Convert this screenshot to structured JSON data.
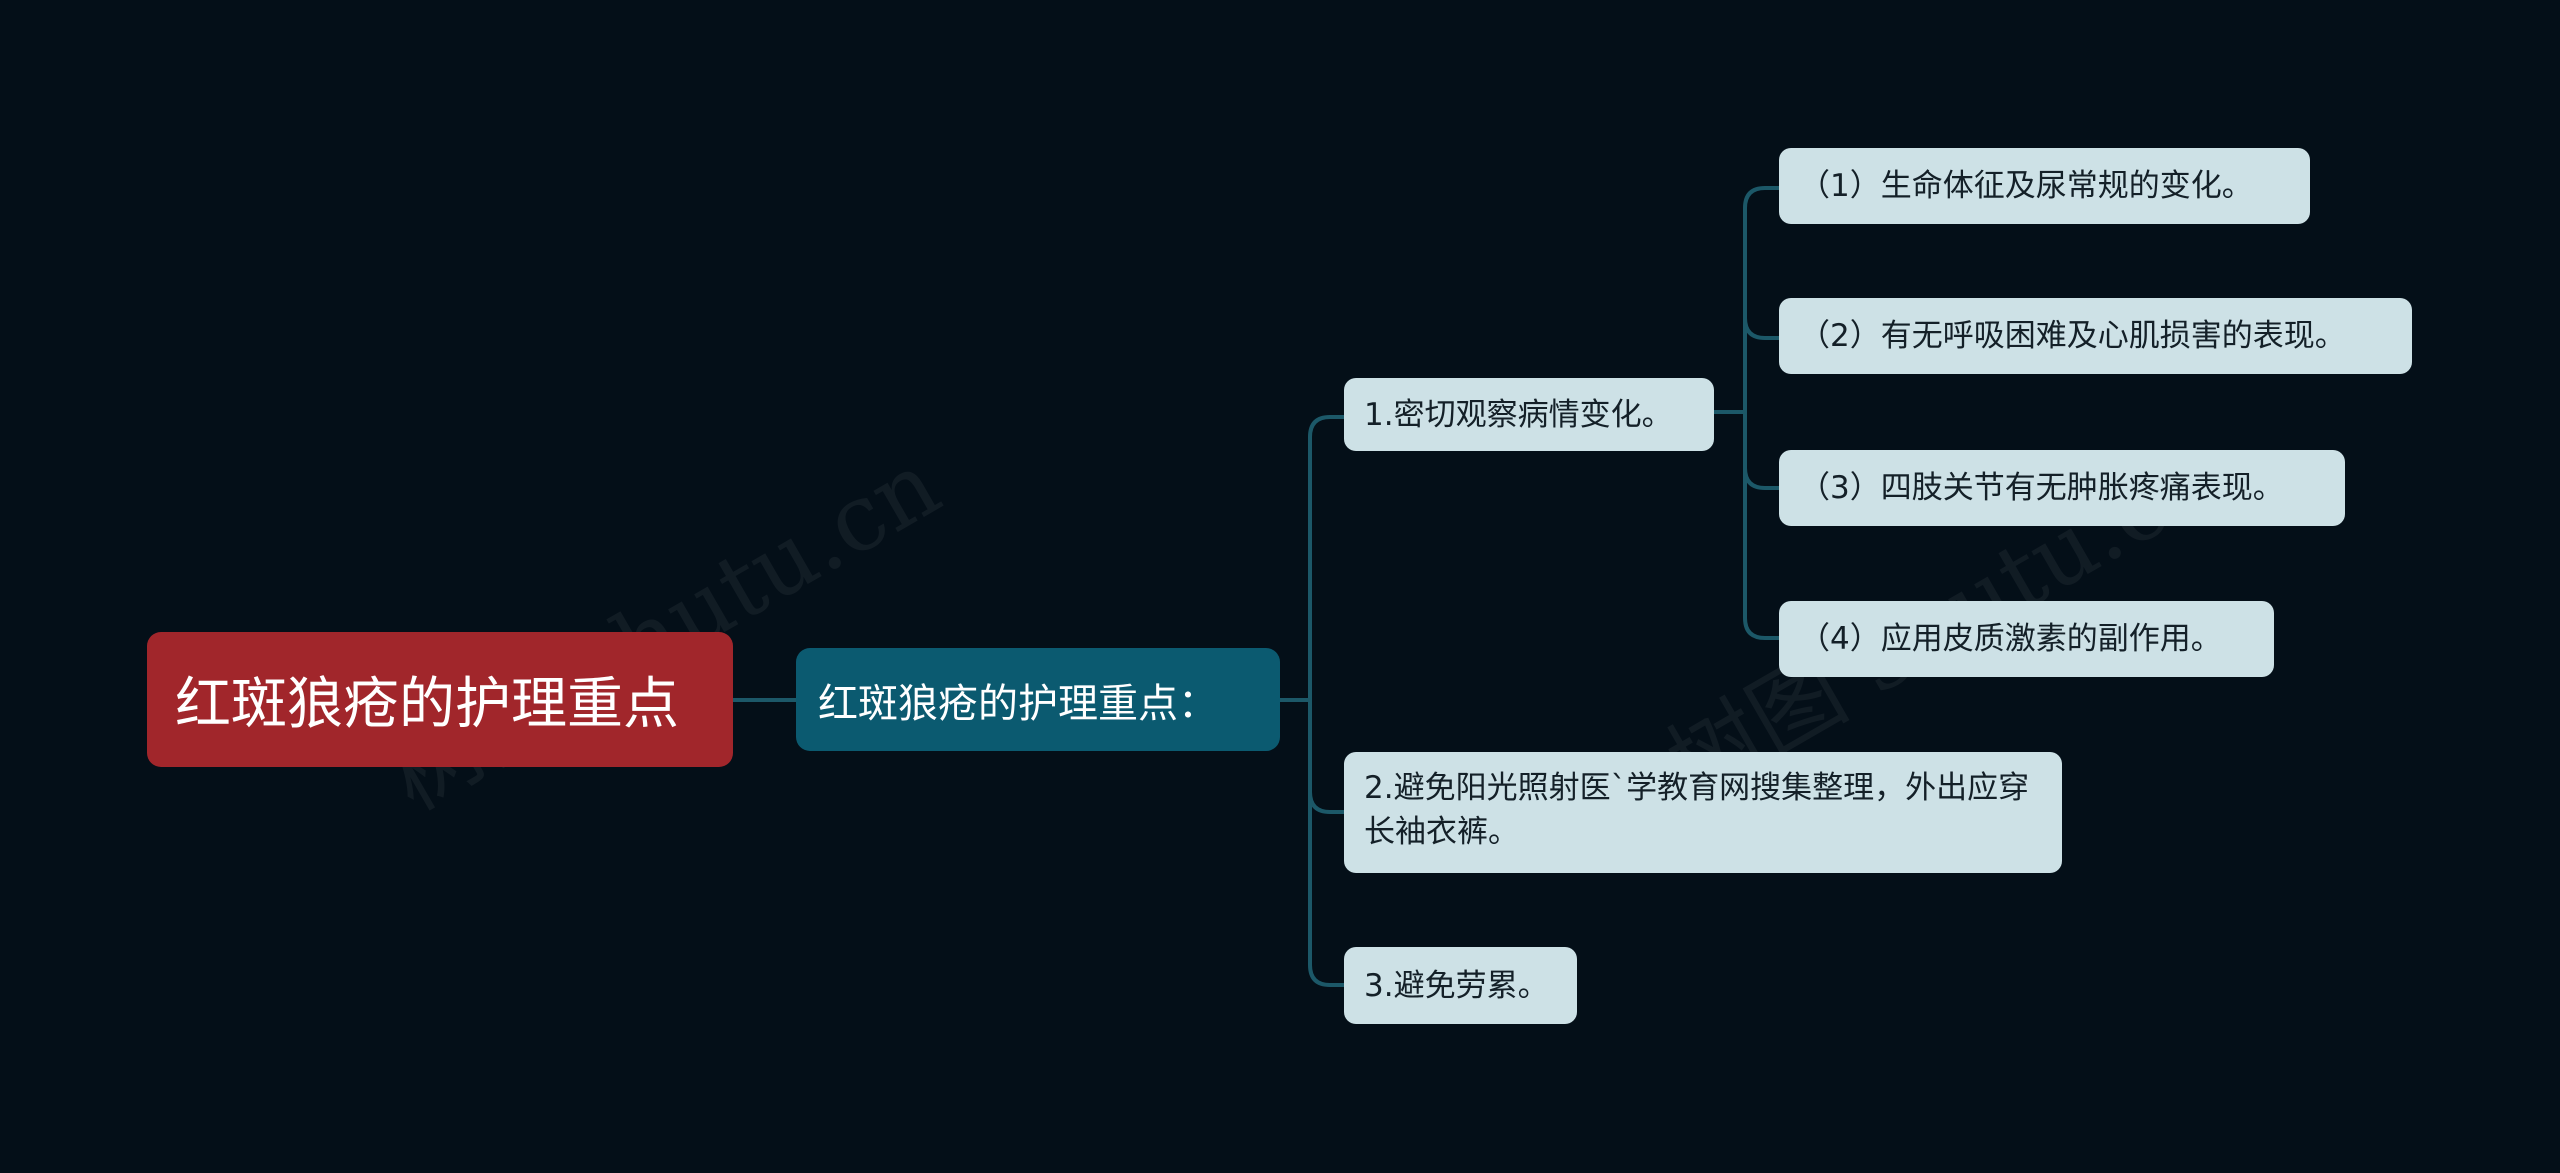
{
  "watermark": "树图 shutu.cn",
  "root": {
    "label": "红斑狼疮的护理重点"
  },
  "main": {
    "label": "红斑狼疮的护理重点："
  },
  "branches": [
    {
      "label": "1.密切观察病情变化。",
      "children": [
        "（1）生命体征及尿常规的变化。",
        "（2）有无呼吸困难及心肌损害的表现。",
        "（3）四肢关节有无肿胀疼痛表现。",
        "（4）应用皮质激素的副作用。"
      ]
    },
    {
      "label": "2.避免阳光照射医`学教育网搜集整理，外出应穿长袖衣裤。"
    },
    {
      "label": "3.避免劳累。"
    }
  ],
  "colors": {
    "background": "#040f18",
    "root": "#a1262b",
    "main": "#0b5a70",
    "leaf": "#cde1e6",
    "connector": "#1c5868"
  }
}
